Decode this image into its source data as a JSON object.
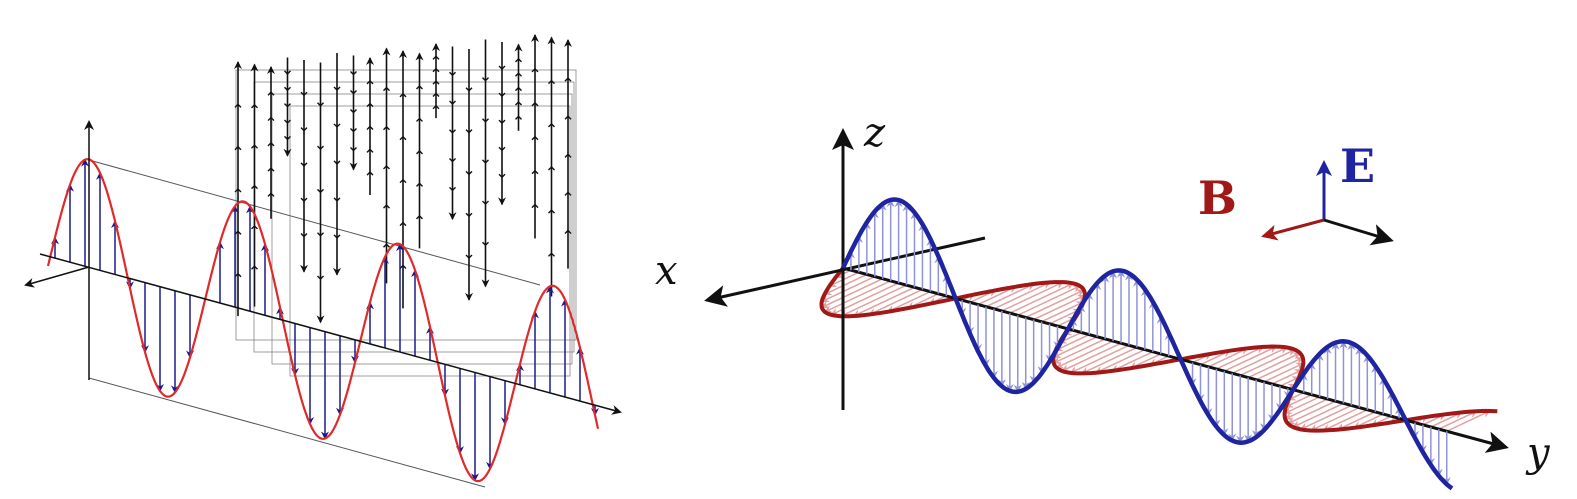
{
  "figure_left": {
    "colors": {
      "wave": "#e02a2a",
      "vectors": "#1a1a8c",
      "field_arrows": "#111111",
      "guides": "#555555"
    }
  },
  "figure_right": {
    "axis_labels": {
      "x": "x",
      "y": "y",
      "z": "z"
    },
    "legend": {
      "e_label": "E",
      "b_label": "B"
    },
    "colors": {
      "e_field": "#1f24a0",
      "e_field_light": "#8f93d8",
      "b_field": "#a01818",
      "b_field_light": "#e2a0a0",
      "axes": "#111111"
    }
  }
}
